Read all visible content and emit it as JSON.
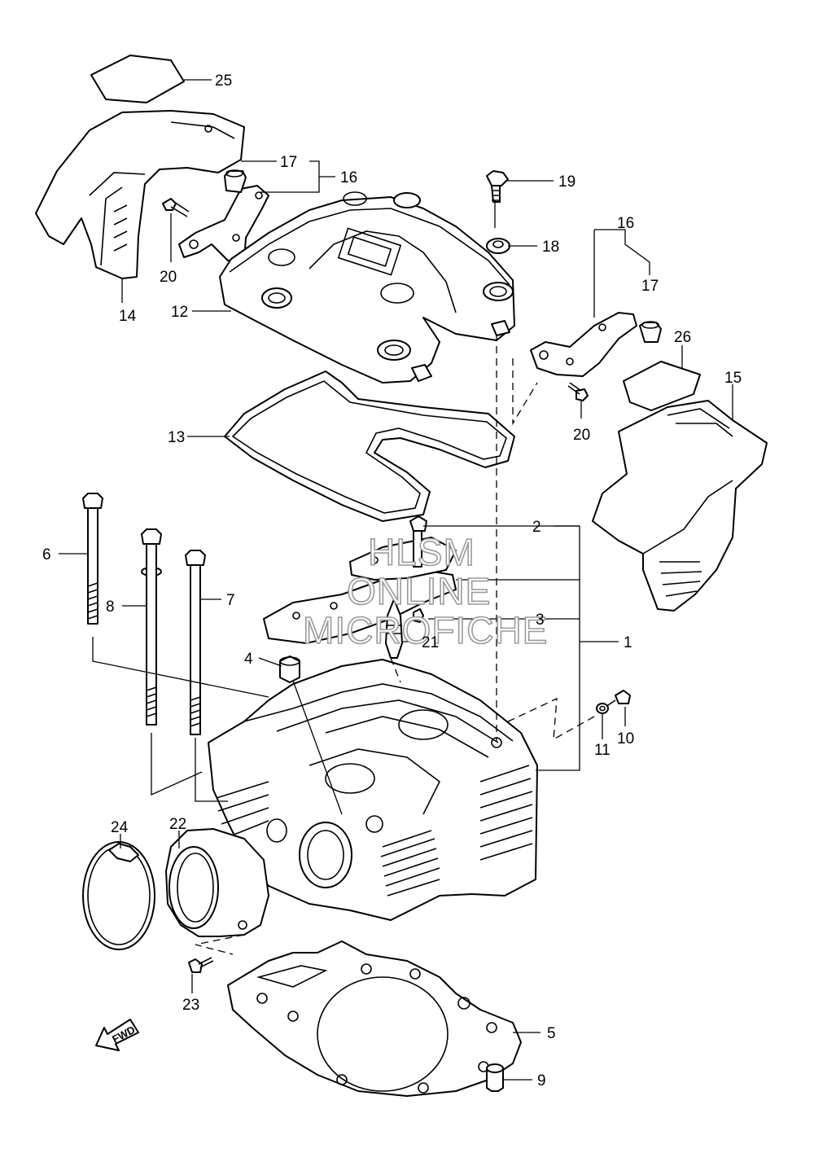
{
  "diagram": {
    "callouts": {
      "c1": "1",
      "c2": "2",
      "c3": "3",
      "c4": "4",
      "c5": "5",
      "c6": "6",
      "c7": "7",
      "c8": "8",
      "c9": "9",
      "c10": "10",
      "c11": "11",
      "c12": "12",
      "c13": "13",
      "c14": "14",
      "c15": "15",
      "c16a": "16",
      "c16b": "16",
      "c17a": "17",
      "c17b": "17",
      "c18": "18",
      "c19": "19",
      "c20a": "20",
      "c20b": "20",
      "c21": "21",
      "c22": "22",
      "c23": "23",
      "c24": "24",
      "c25": "25",
      "c26": "26"
    },
    "fwd_label": "FWD",
    "watermark": {
      "line1": "HLSM",
      "line2": "ONLINE",
      "line3": "MICROFICHE"
    },
    "colors": {
      "line": "#000000",
      "background": "#ffffff",
      "watermark": "#9a9a9a"
    }
  }
}
